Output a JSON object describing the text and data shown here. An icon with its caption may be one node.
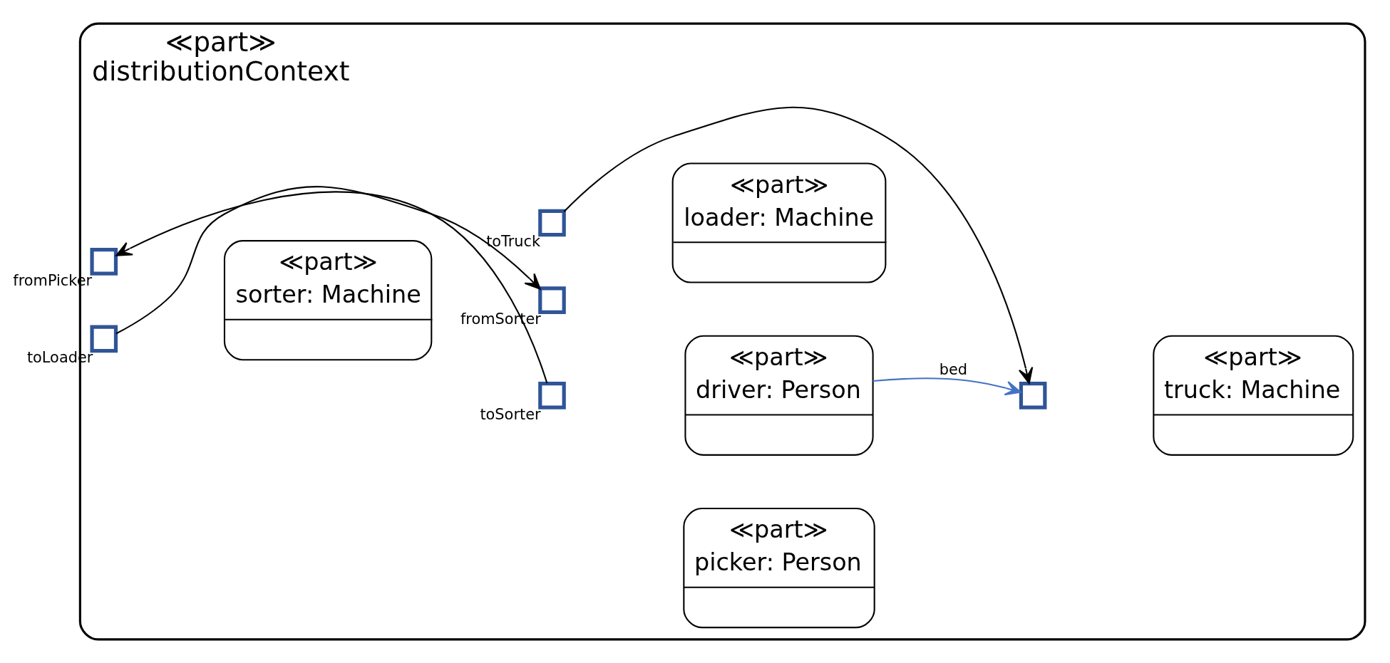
{
  "diagram": {
    "nodes": [
      {
        "text": [
          "≪part≫",
          "distributionContext"
        ]
      },
      {
        "text": [
          "≪part≫",
          "picker: Person"
        ],
        "in": 0
      },
      {
        "text": [
          "≪part≫",
          "sorter: Machine"
        ],
        "in": 0
      },
      {
        "text": [
          "≪part≫",
          "driver: Person"
        ],
        "in": 0
      },
      {
        "text": [
          "≪part≫",
          "truck: Machine"
        ],
        "in": 0
      },
      {
        "text": [
          "≪part≫",
          "loader: Machine"
        ],
        "in": 0
      },
      {
        "text": [],
        "shape": "box",
        "beside": [
          "toSorter"
        ],
        "in": 0
      },
      {
        "text": [],
        "shape": "box",
        "beside": [
          "fromPicker"
        ],
        "in": 0
      },
      {
        "text": [],
        "shape": "box",
        "beside": [
          "toLoader"
        ],
        "in": 0
      },
      {
        "text": [],
        "shape": "box",
        "in": 0
      },
      {
        "text": [],
        "shape": "box",
        "beside": [
          "fromSorter"
        ],
        "in": 0
      },
      {
        "text": [],
        "shape": "box",
        "beside": [
          "toTruck"
        ],
        "in": 0
      }
    ],
    "edges": [
      {
        "from": 6,
        "to": 7,
        "arrow": "to"
      },
      {
        "from": 8,
        "to": 10,
        "arrow": "to"
      },
      {
        "from": 11,
        "to": 9,
        "arrow": "to"
      },
      {
        "from": 3,
        "to": 9,
        "arrow": "to",
        "label": "bed",
        "color": "#4472c4"
      }
    ]
  }
}
